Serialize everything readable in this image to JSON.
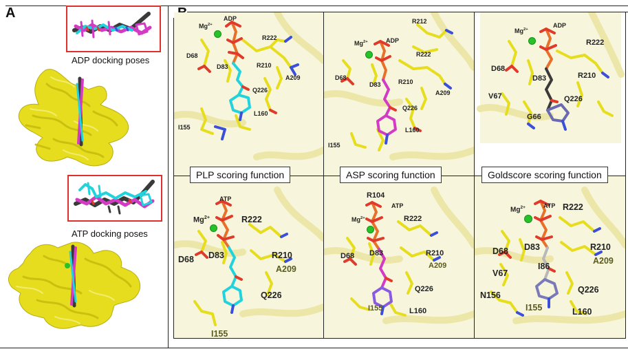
{
  "panel_a": {
    "letter": "A",
    "adp_caption": "ADP docking poses",
    "atp_caption": "ATP docking poses"
  },
  "panel_b": {
    "letter": "B",
    "scoring_labels": [
      "PLP scoring function",
      "ASP scoring function",
      "Goldscore scoring function"
    ],
    "mg_label": {
      "base": "Mg",
      "charge": "2+"
    },
    "cells": {
      "adp_plp": {
        "ligand": "ADP",
        "residues": [
          "R222",
          "D68",
          "D83",
          "R210",
          "A209",
          "Q226",
          "L160",
          "I155"
        ]
      },
      "adp_asp": {
        "ligand": "ADP",
        "residues": [
          "R212",
          "R222",
          "D68",
          "R210",
          "D83",
          "A209",
          "Q226",
          "L160",
          "I155"
        ]
      },
      "adp_gold": {
        "ligand": "ADP",
        "residues": [
          "R222",
          "D68",
          "D83",
          "R210",
          "V67",
          "Q226",
          "G66"
        ]
      },
      "atp_plp": {
        "ligand": "ATP",
        "residues": [
          "R222",
          "D68",
          "D83",
          "R210",
          "A209",
          "Q226",
          "I155"
        ]
      },
      "atp_asp": {
        "ligand": "ATP",
        "residues": [
          "R104",
          "R222",
          "D68",
          "D83",
          "R210",
          "A209",
          "Q226",
          "I155",
          "L160"
        ]
      },
      "atp_gold": {
        "ligand": "ATP",
        "residues": [
          "R222",
          "D68",
          "D83",
          "R210",
          "I86",
          "A209",
          "V67",
          "Q226",
          "N156",
          "I155",
          "L160"
        ]
      }
    }
  },
  "colors": {
    "protein": "#e6dd1f",
    "plp_ligand": "#22d3dd",
    "asp_ligand": "#d43bc4",
    "gold_ligand": "#3a3a3a",
    "phosphate": "#e8702a",
    "magnesium": "#27c22a",
    "nitrogen": "#3b4fd8",
    "oxygen": "#e03a2a",
    "inset_border": "#e0302b"
  }
}
